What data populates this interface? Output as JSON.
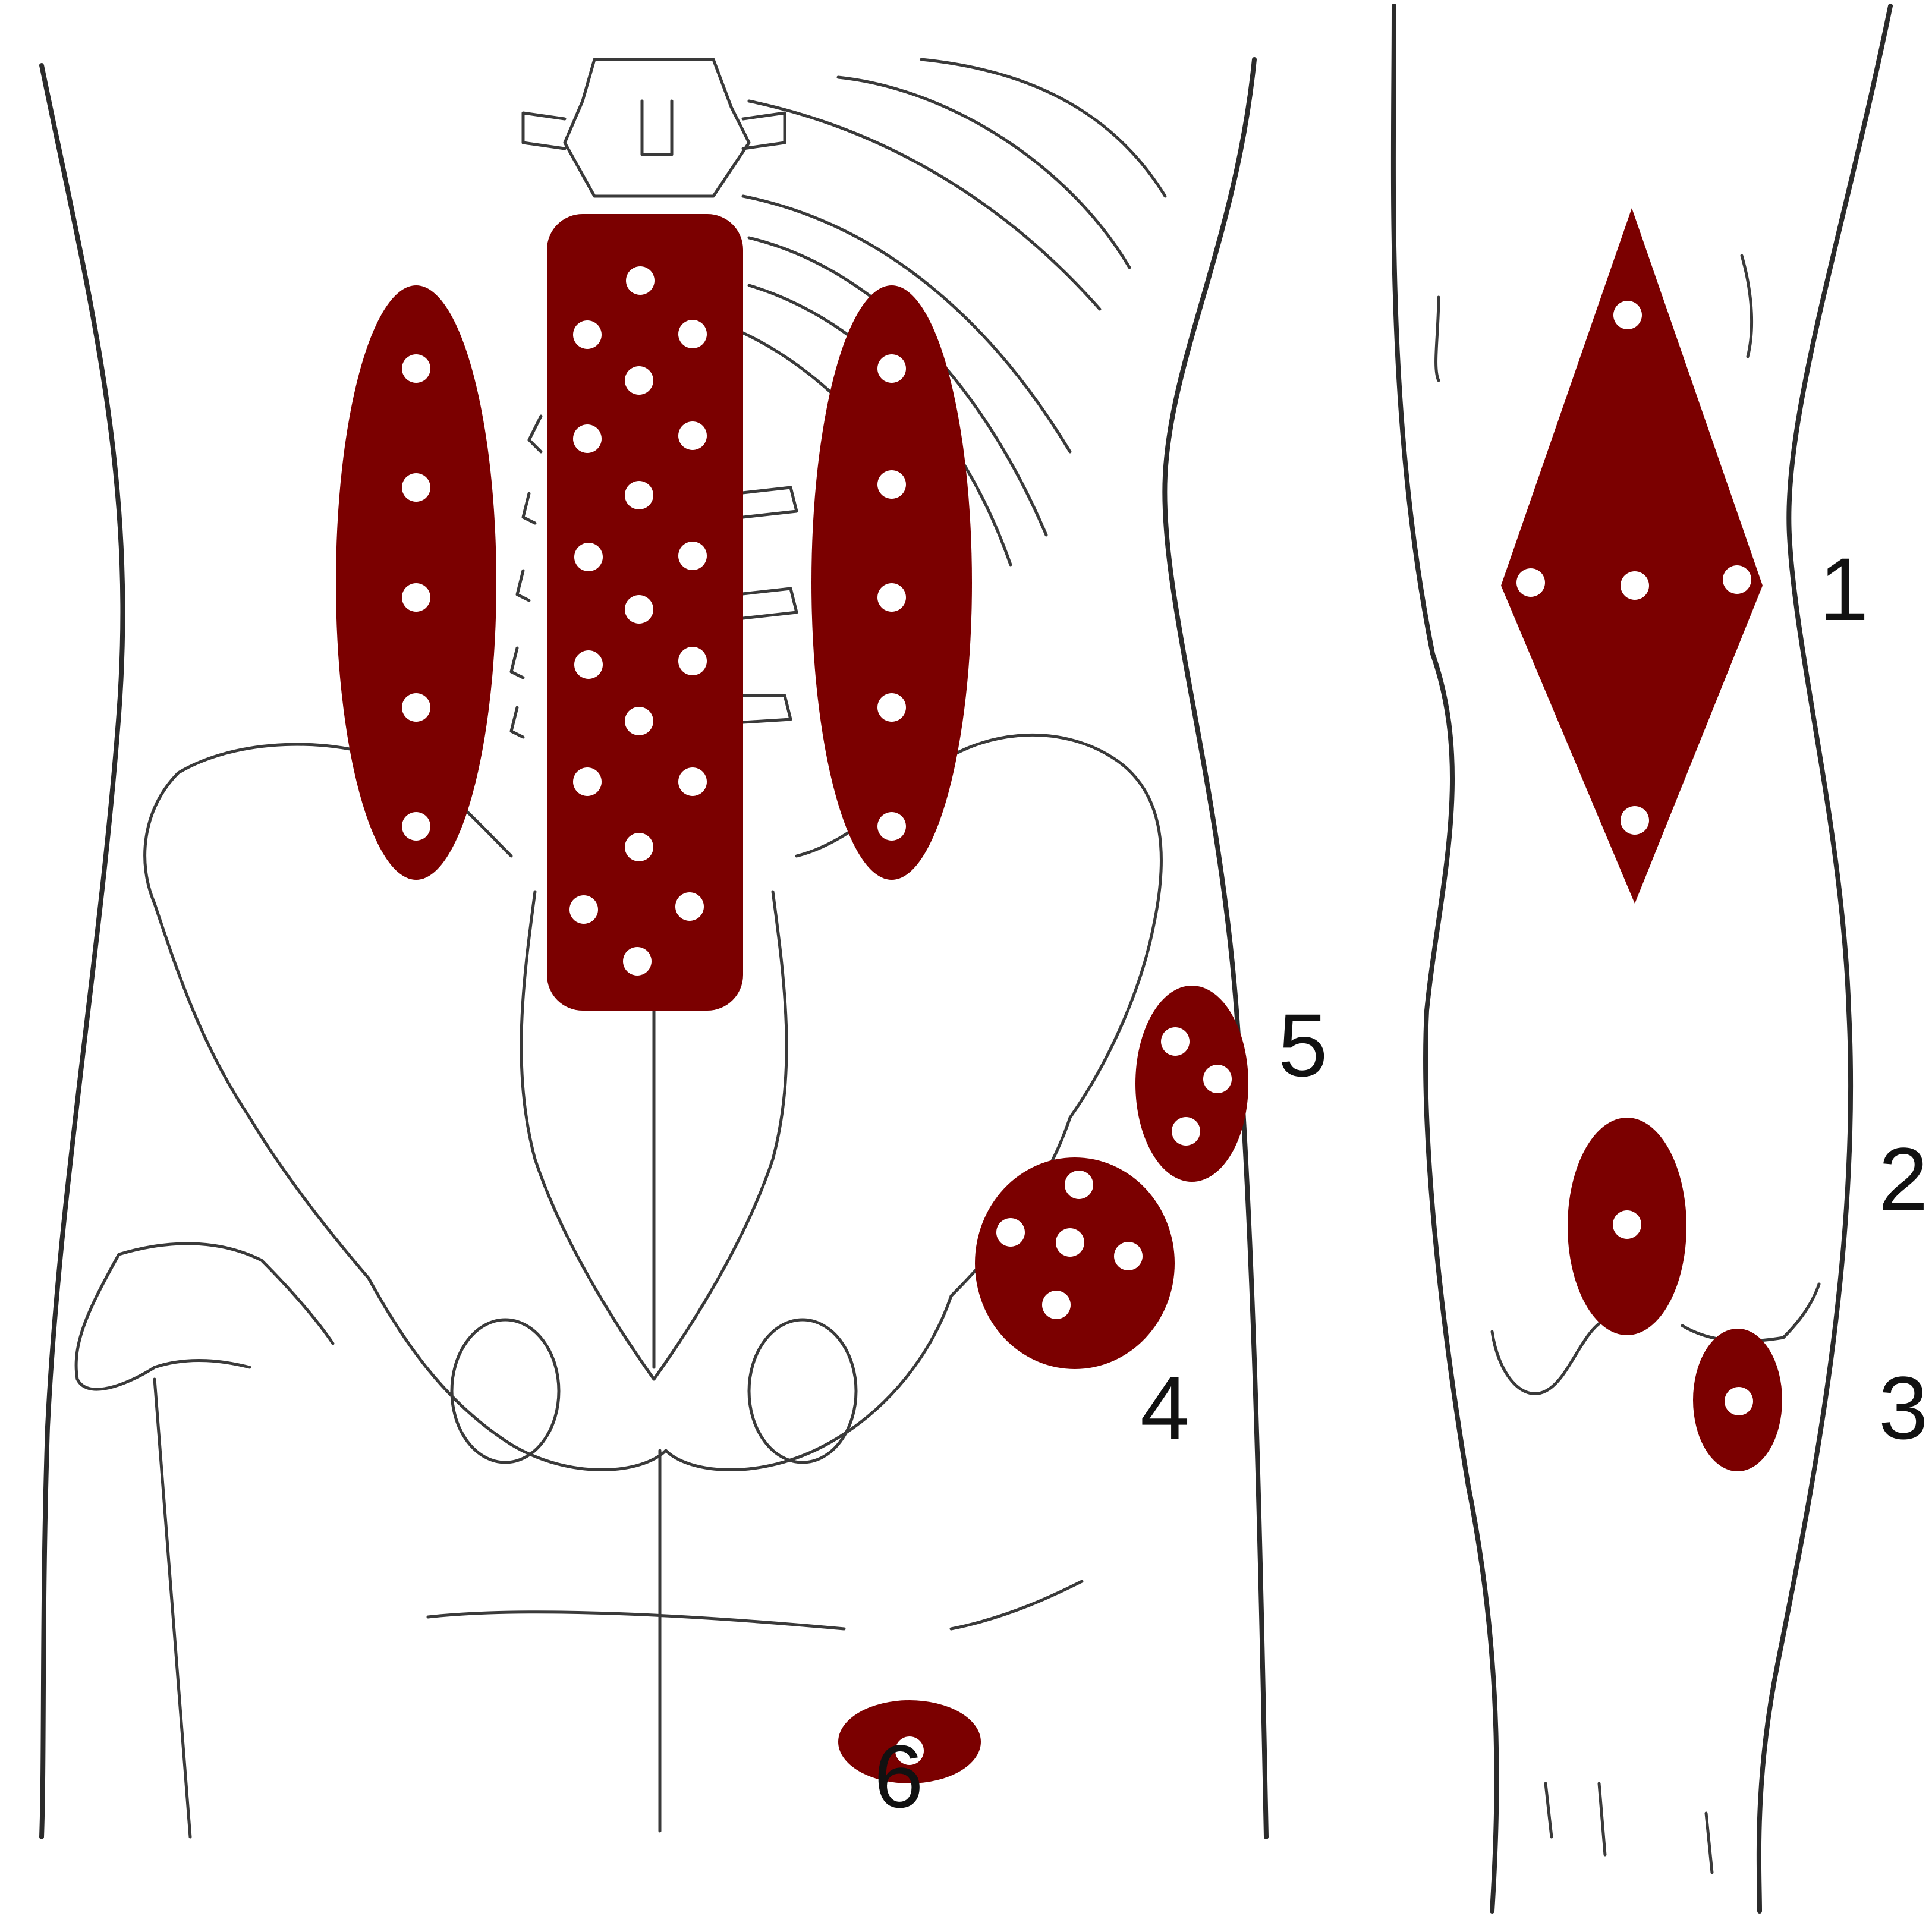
{
  "colors": {
    "region": "#7b0000",
    "dot": "#ffffff",
    "outline": "#2b2b2b",
    "background": "#ffffff"
  },
  "labels": {
    "region_1": "1",
    "region_2": "2",
    "region_3": "3",
    "region_4": "4",
    "region_5": "5",
    "region_6": "6"
  }
}
